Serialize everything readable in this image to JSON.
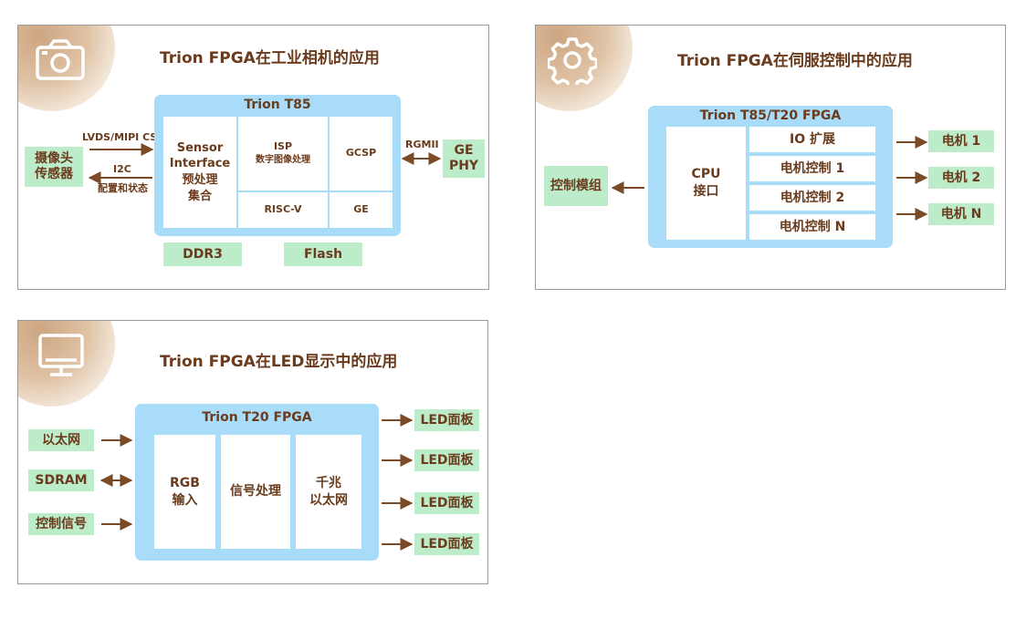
{
  "camera": {
    "title": "Trion FPGA在工业相机的应用",
    "icon": "camera-icon",
    "fpga_title": "Trion T85",
    "sensor": "摄像头\n传感器",
    "link_top": "LVDS/MIPI CSI",
    "link_bottom_1": "I2C",
    "link_bottom_2": "配置和状态",
    "block_sensor": "Sensor\nInterface\n预处理\n集合",
    "block_isp_1": "ISP",
    "block_isp_2": "数字图像处理",
    "block_gcsp": "GCSP",
    "block_riscv": "RISC-V",
    "block_ge": "GE",
    "rgmii": "RGMII",
    "gephy": "GE\nPHY",
    "ddr3": "DDR3",
    "flash": "Flash"
  },
  "servo": {
    "title": "Trion FPGA在伺服控制中的应用",
    "icon": "gear-icon",
    "fpga_title": "Trion T85/T20 FPGA",
    "control_module": "控制模组",
    "cpu": "CPU\n接口",
    "io": "IO 扩展",
    "motor_ctrl_1": "电机控制 1",
    "motor_ctrl_2": "电机控制 2",
    "motor_ctrl_n": "电机控制 N",
    "motor_1": "电机 1",
    "motor_2": "电机 2",
    "motor_n": "电机 N"
  },
  "led": {
    "title": "Trion FPGA在LED显示中的应用",
    "icon": "monitor-icon",
    "fpga_title": "Trion T20 FPGA",
    "ethernet": "以太网",
    "sdram": "SDRAM",
    "control_signal": "控制信号",
    "rgb": "RGB\n输入",
    "signal_proc": "信号处理",
    "gigabit": "千兆\n以太网",
    "panels": [
      "LED面板",
      "LED面板",
      "LED面板",
      "LED面板"
    ]
  },
  "colors": {
    "text": "#6a3b1c",
    "chip": "#bdeccb",
    "fpga": "#a9dcf8",
    "arrow": "#7b4a26"
  }
}
